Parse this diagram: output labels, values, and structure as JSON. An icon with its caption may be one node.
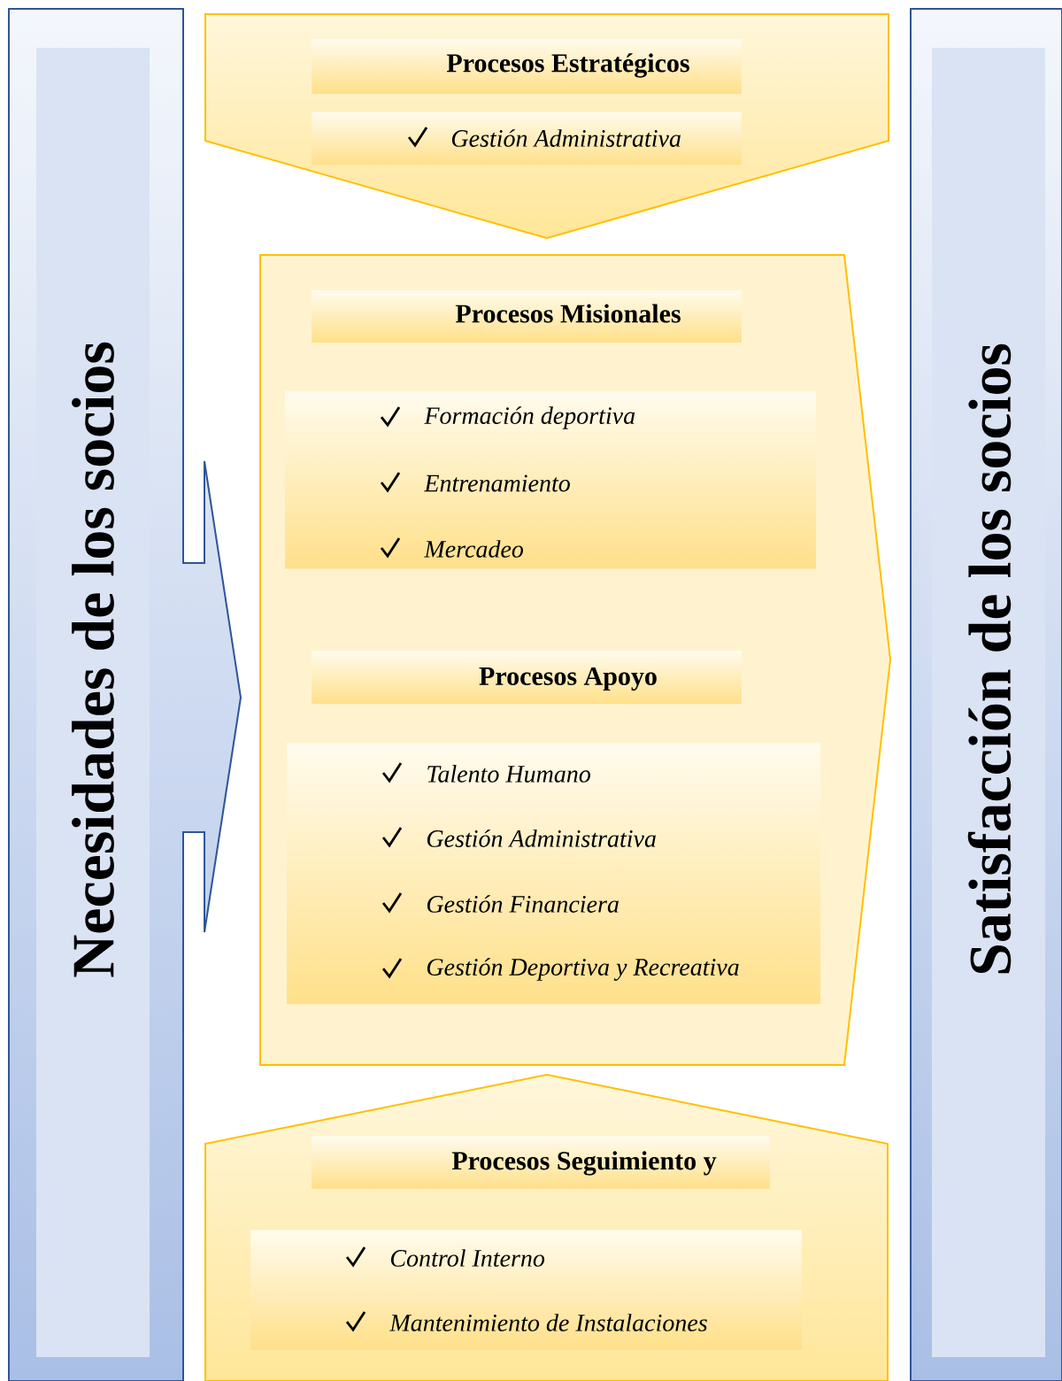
{
  "diagram": {
    "nodes": [
      {
        "text": [
          "Necesidades de los socios"
        ]
      },
      {
        "text": [],
        "shape": "chevron"
      },
      {
        "text": [
          "Procesos Estratégicos"
        ],
        "in": 1
      },
      {
        "text": [
          "Gestión Administrativa"
        ],
        "in": 1
      },
      {
        "text": [],
        "shape": "arrow"
      },
      {
        "text": [
          "Procesos Misionales"
        ],
        "in": 4
      },
      {
        "text": [
          "Formación deportiva",
          "Entrenamiento",
          "Mercadeo"
        ],
        "in": 4
      },
      {
        "text": [
          "Procesos Apoyo"
        ],
        "in": 4
      },
      {
        "text": [
          "Talento Humano",
          "Gestión Administrativa",
          "Gestión Financiera",
          "Gestión Deportiva y Recreativa"
        ],
        "in": 4
      },
      {
        "text": [],
        "shape": "chevron"
      },
      {
        "text": [
          "Procesos Seguimiento y"
        ],
        "in": 9
      },
      {
        "text": [
          "Control Interno",
          "Mantenimiento de Instalaciones"
        ],
        "in": 9
      },
      {
        "text": [
          "Satisfacción de los socios"
        ]
      }
    ]
  }
}
